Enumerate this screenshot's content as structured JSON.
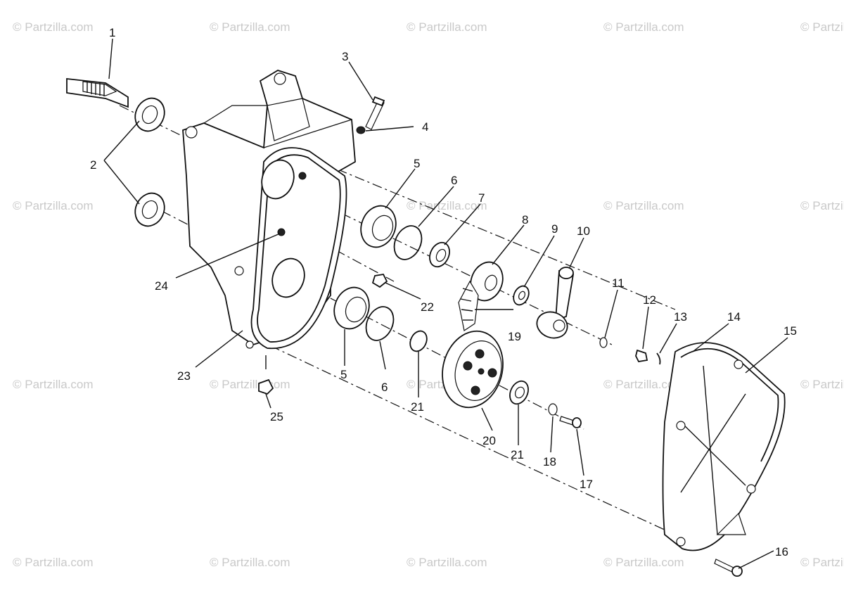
{
  "watermark": "© Partzilla.com",
  "callouts": [
    "1",
    "2",
    "3",
    "4",
    "5",
    "6",
    "7",
    "8",
    "9",
    "10",
    "11",
    "12",
    "13",
    "14",
    "15",
    "16",
    "17",
    "18",
    "19",
    "20",
    "21",
    "22",
    "23",
    "24",
    "25"
  ],
  "callout_5b": "5",
  "callout_6b": "6",
  "callout_21b": "21"
}
